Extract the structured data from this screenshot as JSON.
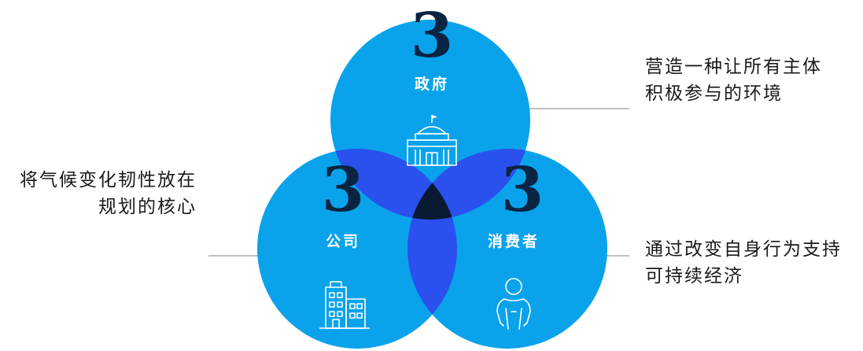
{
  "circles": {
    "government": {
      "number": "3",
      "label": "政府",
      "icon": "government-building-icon"
    },
    "company": {
      "number": "3",
      "label": "公司",
      "icon": "office-buildings-icon"
    },
    "consumer": {
      "number": "3",
      "label": "消费者",
      "icon": "person-icon"
    }
  },
  "notes": {
    "top": [
      "营造一种让所有主体",
      "积极参与的环境"
    ],
    "left": [
      "将气候变化韧性放在",
      "规划的核心"
    ],
    "right": [
      "通过改变自身行为支持",
      "可持续经济"
    ]
  },
  "colors": {
    "circle": "#0aa3eb",
    "overlap_pair": "#2a51ee",
    "overlap_center": "#0a1a33",
    "number": "#0b2442",
    "label": "#ffffff",
    "line": "#9a9a9a"
  }
}
